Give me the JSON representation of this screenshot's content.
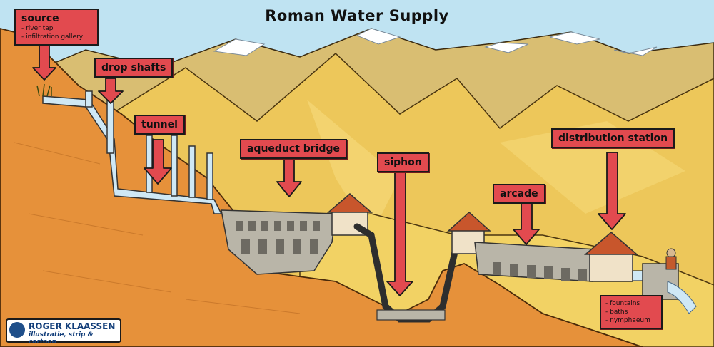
{
  "title": "Roman Water Supply",
  "labels": {
    "source": "source",
    "source_items": [
      "- river tap",
      "- infiltration gallery"
    ],
    "drop_shafts": "drop shafts",
    "tunnel": "tunnel",
    "aqueduct_bridge": "aqueduct bridge",
    "siphon": "siphon",
    "arcade": "arcade",
    "distribution_station": "distribution station",
    "outlets": [
      "- fountains",
      "- baths",
      "- nymphaeum"
    ]
  },
  "credit": {
    "name": "ROGER KLAASSEN",
    "tagline": "illustratie, strip & cartoon"
  },
  "colors": {
    "sky": "#bfe3f2",
    "label_red": "#e24a4f",
    "hill_orange": "#e6913a",
    "hill_yellow": "#f2cf5a",
    "mountain": "#d8b766",
    "water": "#cfe8f5"
  }
}
